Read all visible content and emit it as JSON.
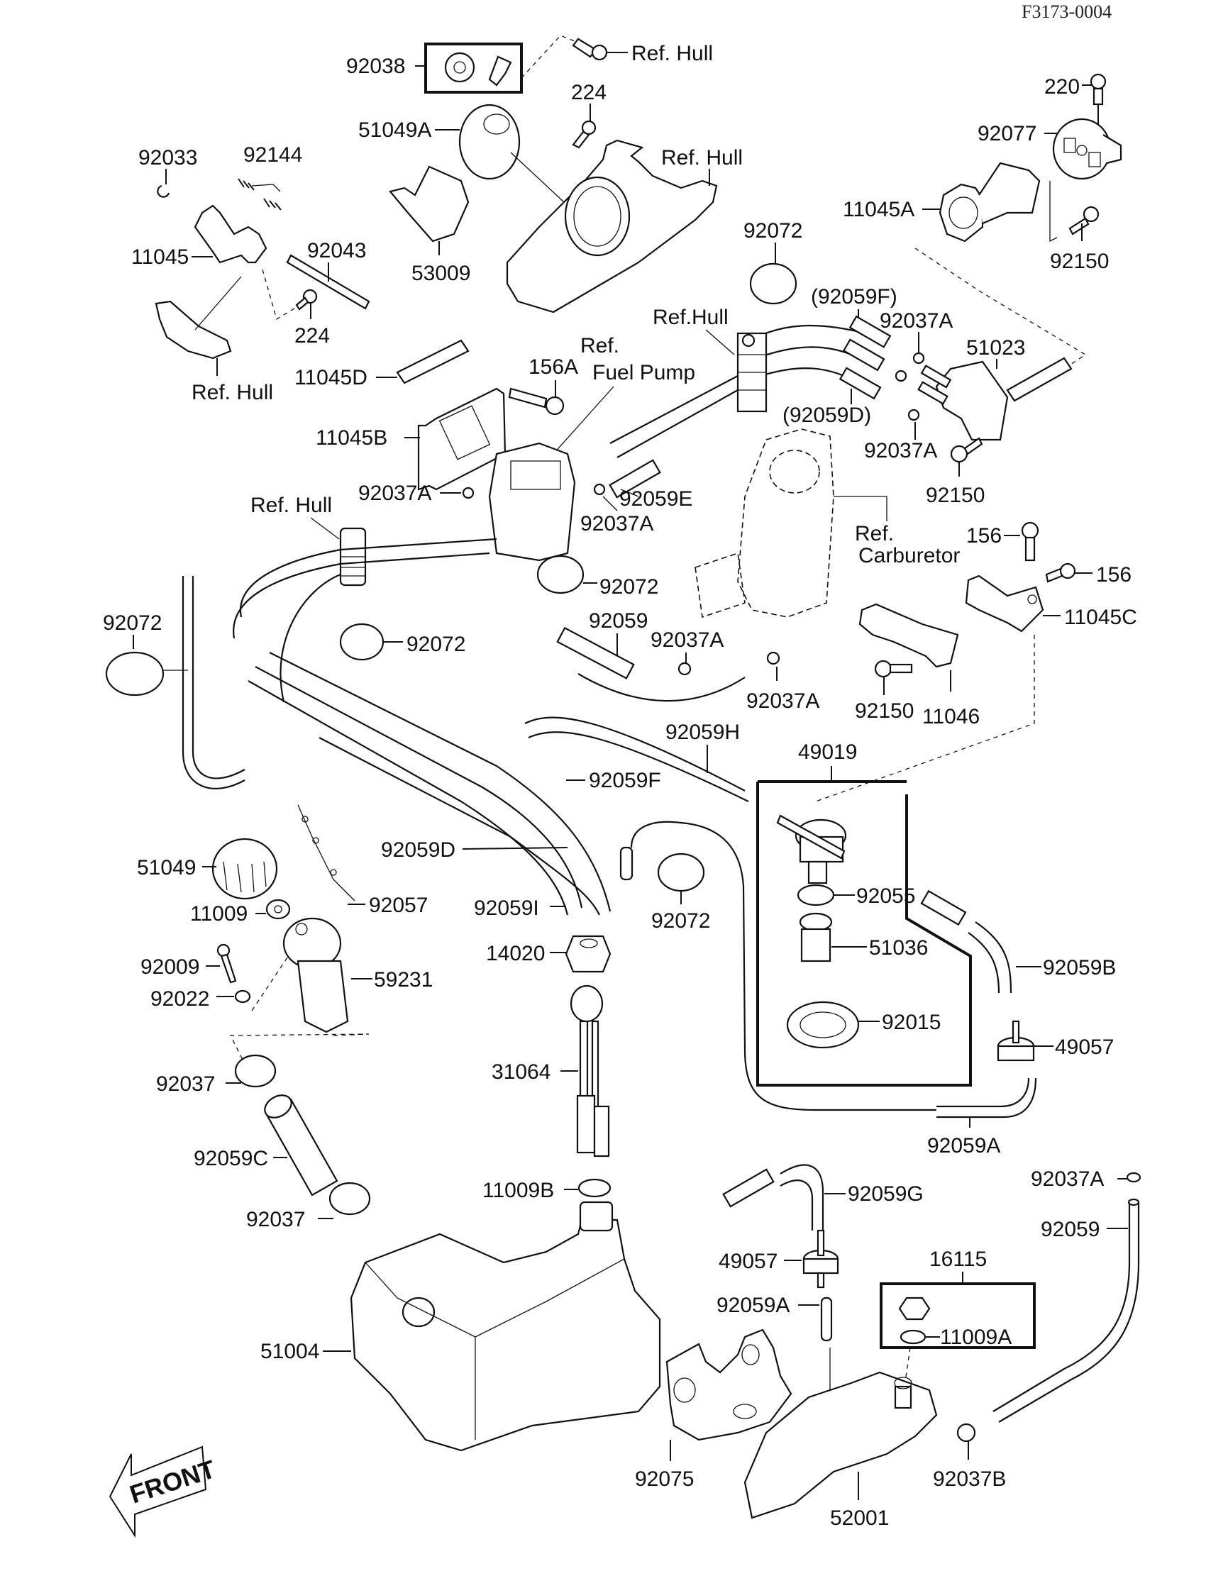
{
  "document": {
    "reference_code": "F3173-0004",
    "orientation_marker": "FRONT"
  },
  "labels": {
    "l92038": "92038",
    "refHullTop": "Ref. Hull",
    "l224a": "224",
    "l51049A": "51049A",
    "refHullCover": "Ref. Hull",
    "l92033": "92033",
    "l92144": "92144",
    "l53009": "53009",
    "l11045": "11045",
    "l92043": "92043",
    "l224b": "224",
    "refHullLeft": "Ref. Hull",
    "l220": "220",
    "l92077": "92077",
    "l11045A": "11045A",
    "l92150a": "92150",
    "l92072a": "92072",
    "l92059Fp": "(92059F)",
    "refHullClamp": "Ref.Hull",
    "l92037Aa": "92037A",
    "l51023": "51023",
    "l11045D": "11045D",
    "l156A": "156A",
    "refFuelPump1": "Ref.",
    "refFuelPump2": "Fuel Pump",
    "l92059Dp": "(92059D)",
    "l92037Ab": "92037A",
    "l11045B": "11045B",
    "l92150b": "92150",
    "l92037Ac": "92037A",
    "refHullMid": "Ref. Hull",
    "l92059E": "92059E",
    "l92037Ad": "92037A",
    "refCarb1": "Ref.",
    "refCarb2": "Carburetor",
    "l156a": "156",
    "l156b": "156",
    "l92072b": "92072",
    "l92072c": "92072",
    "l92059": "92059",
    "l92037Ae": "92037A",
    "l11045C": "11045C",
    "l92072d": "92072",
    "l92037Af": "92037A",
    "l92150c": "92150",
    "l11046": "11046",
    "l92059H": "92059H",
    "l49019": "49019",
    "l92059F": "92059F",
    "l51049": "51049",
    "l92059D": "92059D",
    "l11009": "11009",
    "l92057": "92057",
    "l92059I": "92059I",
    "l92072e": "92072",
    "l92055": "92055",
    "l92009": "92009",
    "l14020": "14020",
    "l59231": "59231",
    "l92059B": "92059B",
    "l51036": "51036",
    "l92022": "92022",
    "l92015": "92015",
    "l49057a": "49057",
    "l92037a": "92037",
    "l31064": "31064",
    "l92059A": "92059A",
    "l92059C": "92059C",
    "l11009B": "11009B",
    "l92059G": "92059G",
    "l92037Ag": "92037A",
    "l92037b": "92037",
    "l92059b": "92059",
    "l16115": "16115",
    "l49057b": "49057",
    "l92059A2": "92059A",
    "l11009A": "11009A",
    "l51004": "51004",
    "l92075": "92075",
    "l92037B": "92037B",
    "l52001": "52001"
  }
}
